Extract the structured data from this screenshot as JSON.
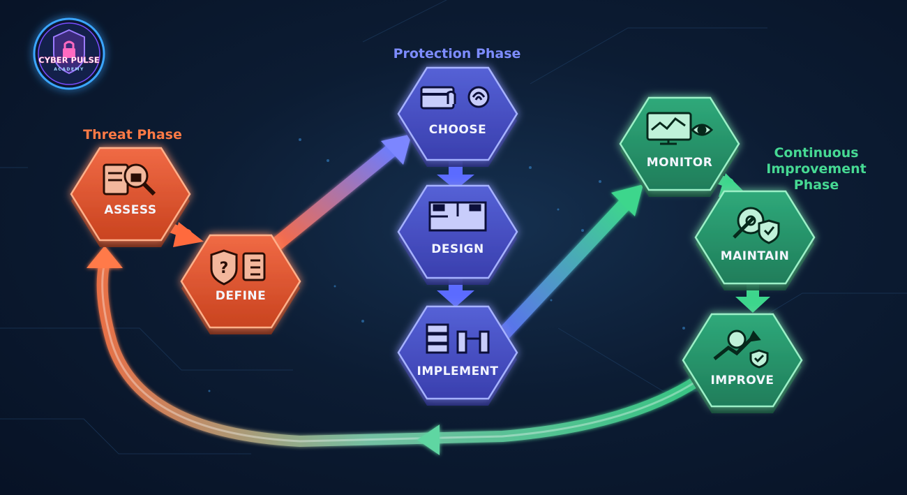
{
  "logo": {
    "title": "CYBER PULSE",
    "subtitle": "ACADEMY"
  },
  "phases": {
    "threat": {
      "title": "Threat Phase",
      "color": "#ff6a3d"
    },
    "protection": {
      "title": "Protection Phase",
      "color": "#6b7cff"
    },
    "improvement": {
      "title_line1": "Continuous",
      "title_line2": "Improvement",
      "title_line3": "Phase",
      "color": "#3dd68c"
    }
  },
  "steps": {
    "assess": {
      "label": "ASSESS",
      "icon": "document-search-lock-icon"
    },
    "define": {
      "label": "DEFINE",
      "icon": "shield-question-checklist-icon"
    },
    "choose": {
      "label": "CHOOSE",
      "icon": "card-fingerprint-icon"
    },
    "design": {
      "label": "DESIGN",
      "icon": "floorplan-camera-icon"
    },
    "implement": {
      "label": "IMPLEMENT",
      "icon": "server-turnstile-icon"
    },
    "monitor": {
      "label": "MONITOR",
      "icon": "monitor-eye-icon"
    },
    "maintain": {
      "label": "MAINTAIN",
      "icon": "gear-wrench-shield-icon"
    },
    "improve": {
      "label": "IMPROVE",
      "icon": "bulb-growth-shield-icon"
    }
  }
}
